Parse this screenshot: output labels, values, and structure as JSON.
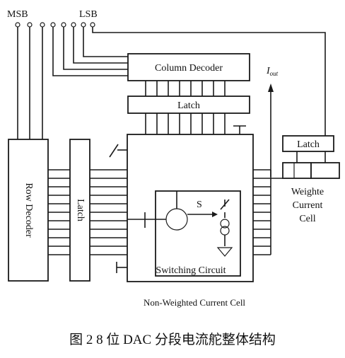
{
  "figure": {
    "labels": {
      "msb": "MSB",
      "lsb": "LSB",
      "column_decoder": "Column Decoder",
      "latch_top": "Latch",
      "latch_left": "Latch",
      "latch_right": "Latch",
      "row_decoder": "Row Decoder",
      "iout_main": "I",
      "iout_sub": "out",
      "s": "S",
      "switching_circuit": "Switching Circuit",
      "weighted_line1": "Weighte",
      "weighted_line2": "Current",
      "weighted_line3": "Cell",
      "non_weighted": "Non-Weighted Current Cell"
    },
    "caption": "图 2   8 位 DAC 分段电流舵整体结构"
  }
}
